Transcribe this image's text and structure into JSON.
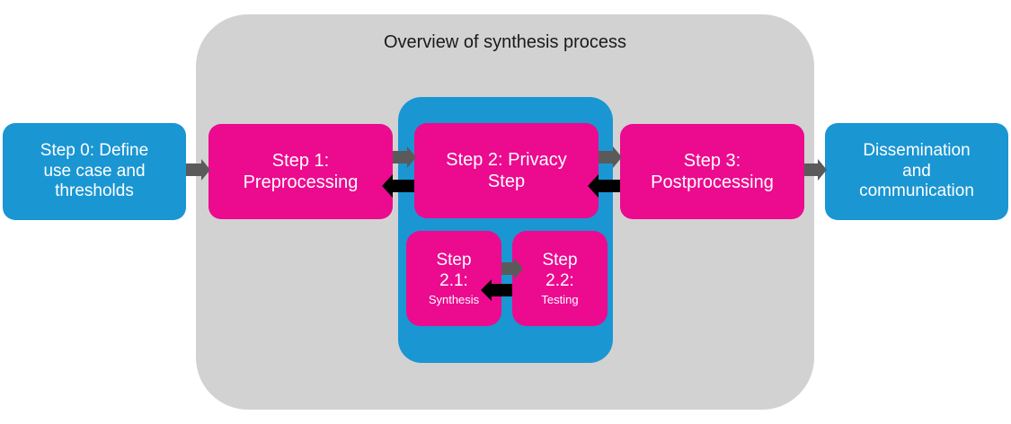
{
  "overview": {
    "title": "Overview of synthesis process"
  },
  "nodes": {
    "step0": {
      "lines": [
        "Step 0: Define",
        "use case and",
        "thresholds"
      ]
    },
    "step1": {
      "lines": [
        "Step 1:",
        "Preprocessing"
      ]
    },
    "step2": {
      "lines": [
        "Step 2: Privacy",
        "Step"
      ]
    },
    "step3": {
      "lines": [
        "Step 3:",
        "Postprocessing"
      ]
    },
    "dissemination": {
      "lines": [
        "Dissemination",
        "and",
        "communication"
      ]
    },
    "step21": {
      "line1": "Step",
      "line2": "2.1:",
      "line3": "Synthesis"
    },
    "step22": {
      "line1": "Step",
      "line2": "2.2:",
      "line3": "Testing"
    }
  },
  "colors": {
    "blue_box": "#1a96d3",
    "pink_box": "#ec0a8f",
    "overview_bg": "#d2d2d2",
    "arrow_gray": "#5a5a5a",
    "arrow_black": "#000000"
  }
}
